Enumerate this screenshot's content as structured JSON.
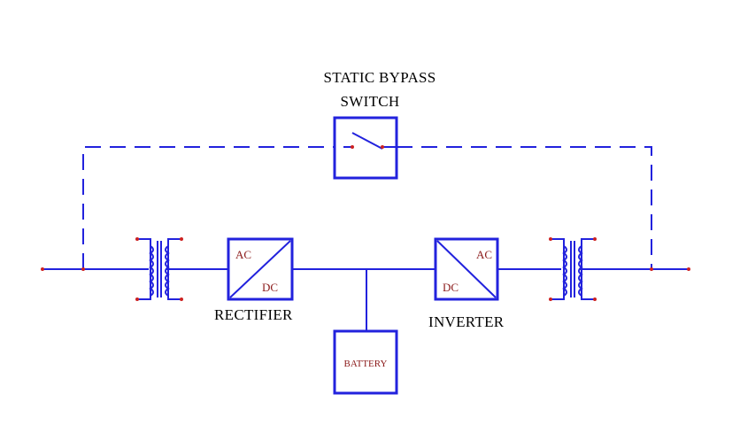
{
  "labels": {
    "bypass_line1": "STATIC BYPASS",
    "bypass_line2": "SWITCH",
    "rectifier": "RECTIFIER",
    "inverter": "INVERTER",
    "rect_ac": "AC",
    "rect_dc": "DC",
    "inv_ac": "AC",
    "inv_dc": "DC",
    "battery": "BATTERY"
  },
  "colors": {
    "wire": "#2222dd",
    "terminal": "#cc2222",
    "inner_text": "#8b1a1a",
    "text": "#000000"
  }
}
